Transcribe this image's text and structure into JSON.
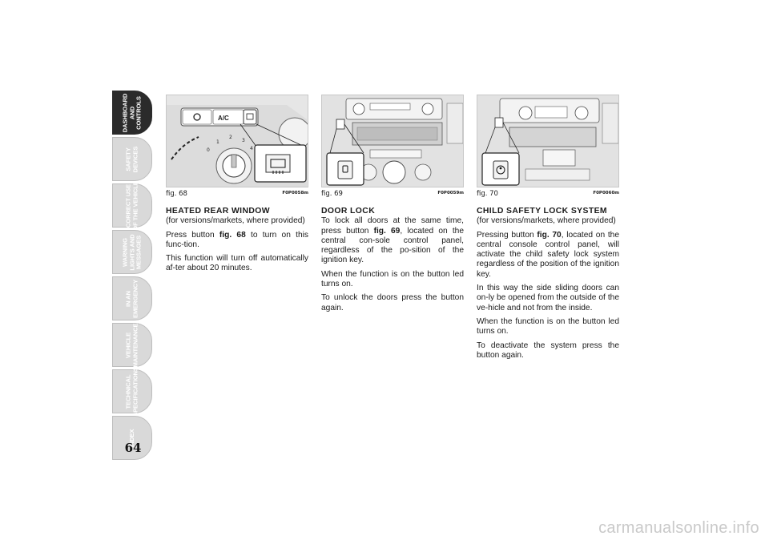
{
  "page_number": "64",
  "side_tabs": [
    {
      "label": "DASHBOARD\nAND\nCONTROLS",
      "active": true
    },
    {
      "label": "SAFETY\nDEVICES",
      "active": false
    },
    {
      "label": "CORRECT USE\nOF THE VEHICLE",
      "active": false
    },
    {
      "label": "WARNING\nLIGHTS AND\nMESSAGES",
      "active": false
    },
    {
      "label": "IN AN\nEMERGENCY",
      "active": false
    },
    {
      "label": "VEHICLE\nMAINTENANCE",
      "active": false
    },
    {
      "label": "TECHNICAL\nSPECIFICATIONS",
      "active": false
    },
    {
      "label": "INDEX",
      "active": false
    }
  ],
  "figures": [
    {
      "caption": "fig. 68",
      "code": "F0P0058m",
      "panel_label": "A/C"
    },
    {
      "caption": "fig. 69",
      "code": "F0P0059m"
    },
    {
      "caption": "fig. 70",
      "code": "F0P0060m"
    }
  ],
  "sections": {
    "heated": {
      "title": "HEATED REAR WINDOW",
      "subtitle": "(for versions/markets, where provided)",
      "p1_pre": "Press button ",
      "p1_ref": "fig. 68",
      "p1_post": " to turn on this func-tion.",
      "p2": "This function will turn off automatically af-ter about 20 minutes."
    },
    "doorlock": {
      "title": "DOOR LOCK",
      "p1_pre": "To lock all doors at the same time, press button ",
      "p1_ref": "fig. 69",
      "p1_post": ", located on the central con-sole control panel, regardless of the po-sition of the ignition key.",
      "p2": "When the function is on the button led turns on.",
      "p3": "To unlock the doors press the button again."
    },
    "childlock": {
      "title": "CHILD SAFETY LOCK SYSTEM",
      "subtitle": "(for versions/markets, where provided)",
      "p1_pre": "Pressing button ",
      "p1_ref": "fig. 70",
      "p1_post": ", located on the central console control panel, will activate the child safety lock system regardless of the position of the ignition key.",
      "p2": "In this way the side sliding doors can on-ly be opened from the outside of the ve-hicle and not from the inside.",
      "p3": "When the function is on the button led turns on.",
      "p4": "To deactivate the system press the button again."
    }
  },
  "watermark": "carmanualsonline.info"
}
